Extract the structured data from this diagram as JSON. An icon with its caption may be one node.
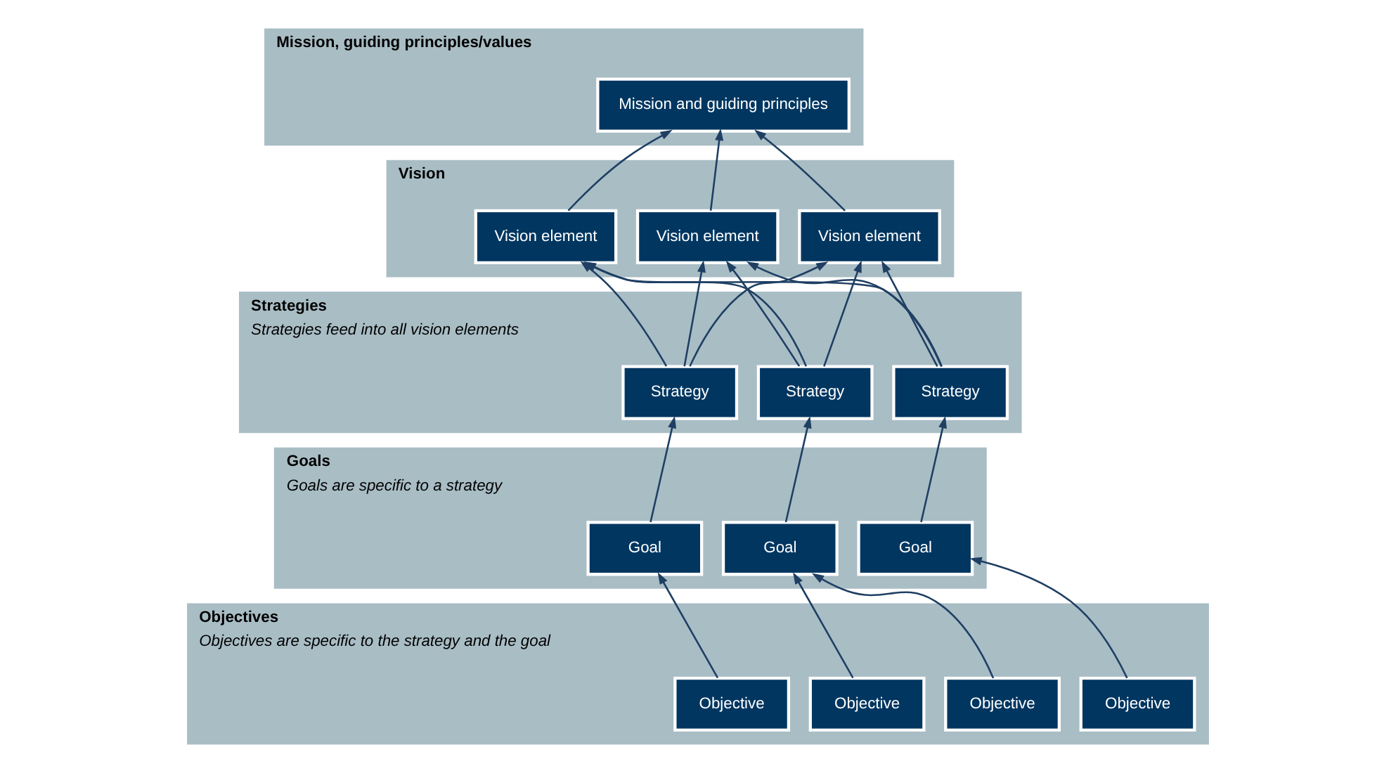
{
  "diagram": {
    "nodes": [
      {
        "text": [
          "Mission, guiding principles/values"
        ]
      },
      {
        "text": [
          "Mission and guiding principles"
        ],
        "in": 0
      },
      {
        "text": [
          "Vision"
        ]
      },
      {
        "text": [
          "Vision element"
        ],
        "in": 2
      },
      {
        "text": [
          "Vision element"
        ],
        "in": 2
      },
      {
        "text": [
          "Vision element"
        ],
        "in": 2
      },
      {
        "text": [
          "Strategies",
          "Strategies feed into all vision elements"
        ]
      },
      {
        "text": [
          "Strategy"
        ],
        "in": 6
      },
      {
        "text": [
          "Strategy"
        ],
        "in": 6
      },
      {
        "text": [
          "Strategy"
        ],
        "in": 6
      },
      {
        "text": [
          "Goals",
          "Goals are specific to a strategy"
        ]
      },
      {
        "text": [
          "Goal"
        ],
        "in": 10
      },
      {
        "text": [
          "Goal"
        ],
        "in": 10
      },
      {
        "text": [
          "Goal"
        ],
        "in": 10
      },
      {
        "text": [
          "Objectives",
          "Objectives are specific to the strategy and the goal"
        ]
      },
      {
        "text": [
          "Objective"
        ],
        "in": 14
      },
      {
        "text": [
          "Objective"
        ],
        "in": 14
      },
      {
        "text": [
          "Objective"
        ],
        "in": 14
      },
      {
        "text": [
          "Objective"
        ],
        "in": 14
      }
    ],
    "edges": [
      {
        "from": 3,
        "to": 1,
        "arrow": "to"
      },
      {
        "from": 4,
        "to": 1,
        "arrow": "to"
      },
      {
        "from": 5,
        "to": 1,
        "arrow": "to"
      },
      {
        "from": 7,
        "to": 3,
        "arrow": "to"
      },
      {
        "from": 7,
        "to": 4,
        "arrow": "to"
      },
      {
        "from": 7,
        "to": 5,
        "arrow": "to"
      },
      {
        "from": 8,
        "to": 3,
        "arrow": "to"
      },
      {
        "from": 8,
        "to": 4,
        "arrow": "to"
      },
      {
        "from": 8,
        "to": 5,
        "arrow": "to"
      },
      {
        "from": 9,
        "to": 3,
        "arrow": "to"
      },
      {
        "from": 9,
        "to": 4,
        "arrow": "to"
      },
      {
        "from": 9,
        "to": 5,
        "arrow": "to"
      },
      {
        "from": 11,
        "to": 7,
        "arrow": "to"
      },
      {
        "from": 12,
        "to": 8,
        "arrow": "to"
      },
      {
        "from": 13,
        "to": 9,
        "arrow": "to"
      },
      {
        "from": 15,
        "to": 11,
        "arrow": "to"
      },
      {
        "from": 16,
        "to": 12,
        "arrow": "to"
      },
      {
        "from": 17,
        "to": 13,
        "arrow": "to"
      },
      {
        "from": 18,
        "to": 13,
        "arrow": "to"
      }
    ]
  }
}
